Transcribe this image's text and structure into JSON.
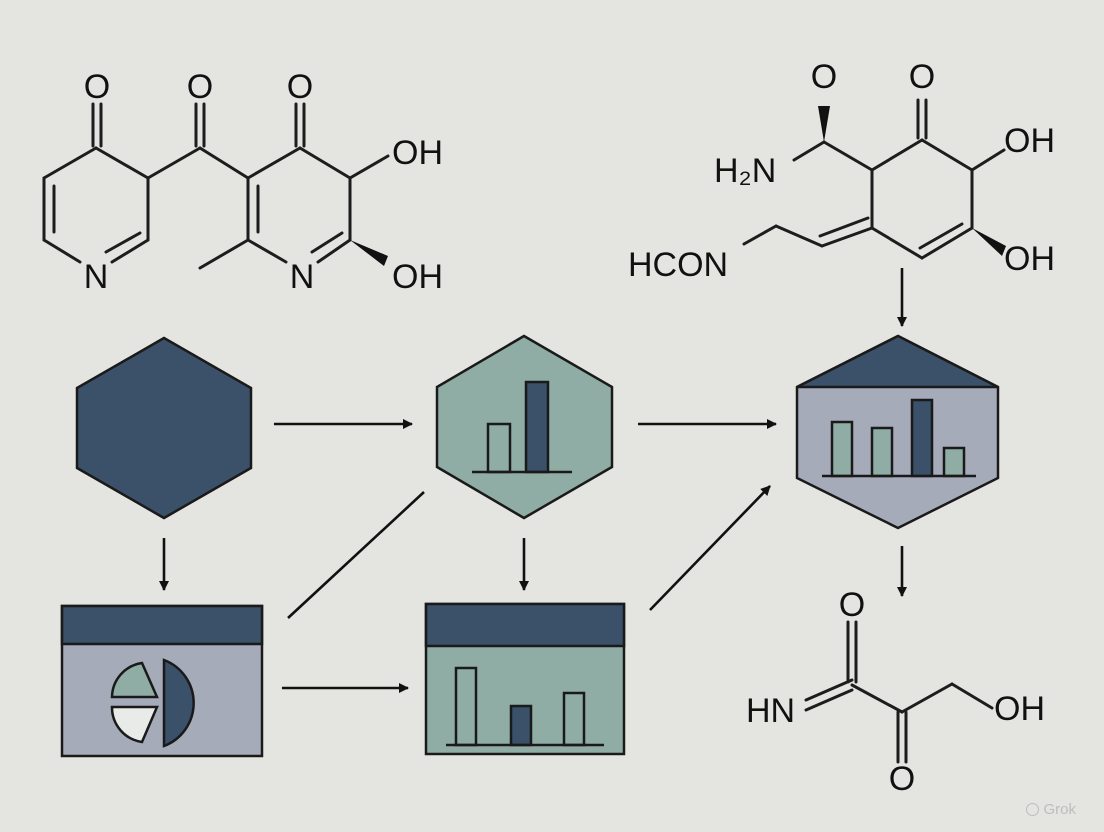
{
  "colors": {
    "background": "#e4e5e1",
    "navy": "#3b5069",
    "sage": "#8fada4",
    "gray_blue": "#a6abba",
    "pale": "#dfe4e1",
    "ink": "#111111"
  },
  "molecule_top_left": {
    "labels": [
      "O",
      "O",
      "O",
      "OH",
      "N",
      "N",
      "OH"
    ]
  },
  "molecule_top_right": {
    "labels": [
      "O",
      "O",
      "H₂N",
      "OH",
      "HCON",
      "OH"
    ]
  },
  "molecule_bottom_right": {
    "labels": [
      "O",
      "HN",
      "OH",
      "O"
    ]
  },
  "watermark": {
    "icon": "grok-logo-icon",
    "text": "Grok"
  }
}
